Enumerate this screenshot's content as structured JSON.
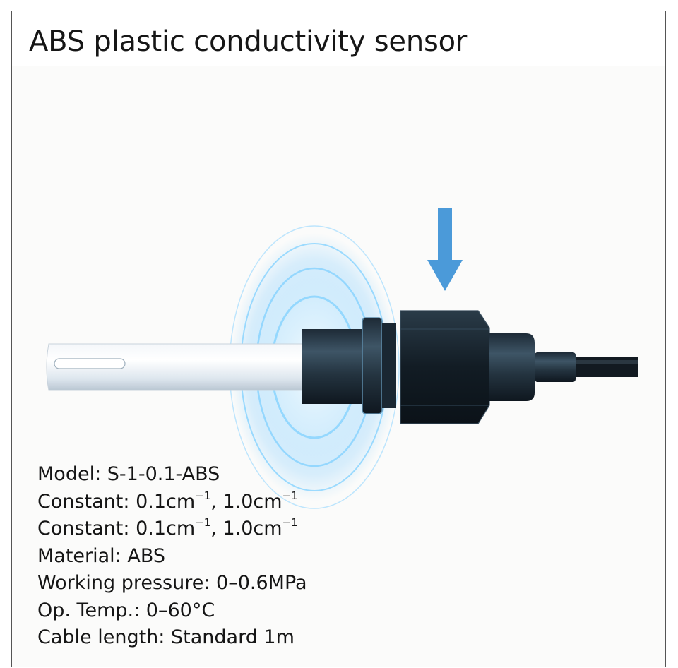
{
  "title": "ABS plastic conductivity sensor",
  "accent_color": "#4b9ad9",
  "icons": {
    "arrow": "down-arrow-icon",
    "product": "conductivity-sensor-image"
  },
  "specs": [
    {
      "label": "Model:",
      "value": "S-1-0.1-ABS"
    },
    {
      "label": "Constant:",
      "v1": "0.1cm",
      "v2": ", 1.0cm",
      "sup": "−1"
    },
    {
      "label": "Constant:",
      "v1": "0.1cm",
      "v2": ", 1.0cm",
      "sup": "−1"
    },
    {
      "label": "Material:",
      "value": "ABS"
    },
    {
      "label": "Working pressure:",
      "value": "0–0.6MPa"
    },
    {
      "label": "Op. Temp.:",
      "value": "0–60°C"
    },
    {
      "label": "Cable length:",
      "value": "Standard 1m"
    }
  ]
}
